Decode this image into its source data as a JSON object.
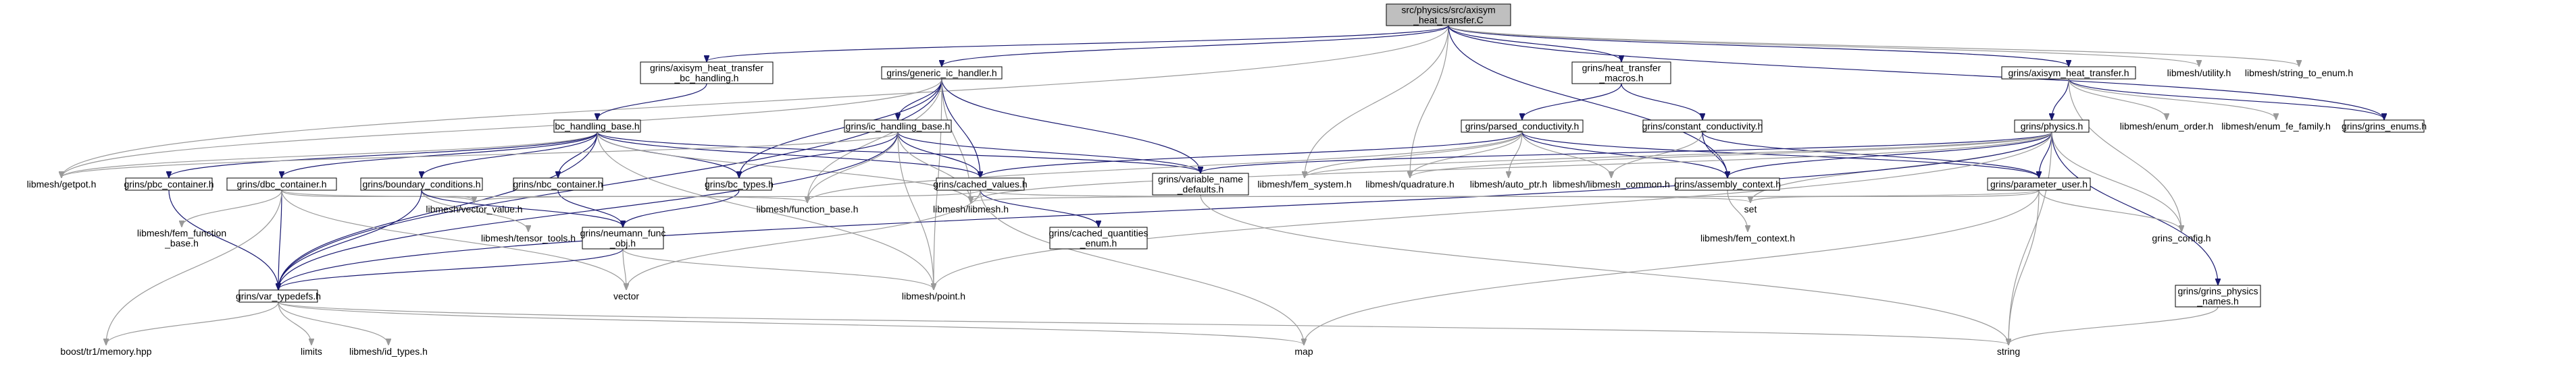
{
  "graph": {
    "root": "n0",
    "colors": {
      "root_fill": "#bfbfbf",
      "project_edge": "#191970",
      "external_edge": "#9a9a9a"
    },
    "nodes": [
      {
        "id": "n0",
        "lines": [
          "src/physics/src/axisym",
          "_heat_transfer.C"
        ],
        "kind": "root"
      },
      {
        "id": "n1",
        "lines": [
          "grins/axisym_heat_transfer",
          "_bc_handling.h"
        ],
        "kind": "project"
      },
      {
        "id": "n2",
        "lines": [
          "grins/generic_ic_handler.h"
        ],
        "kind": "project"
      },
      {
        "id": "n3",
        "lines": [
          "grins/heat_transfer",
          "_macros.h"
        ],
        "kind": "project"
      },
      {
        "id": "n4",
        "lines": [
          "grins/axisym_heat_transfer.h"
        ],
        "kind": "project"
      },
      {
        "id": "n5",
        "lines": [
          "libmesh/utility.h"
        ],
        "kind": "external"
      },
      {
        "id": "n6",
        "lines": [
          "libmesh/string_to_enum.h"
        ],
        "kind": "external"
      },
      {
        "id": "n7",
        "lines": [
          "bc_handling_base.h"
        ],
        "kind": "project"
      },
      {
        "id": "n8",
        "lines": [
          "grins/ic_handling_base.h"
        ],
        "kind": "project"
      },
      {
        "id": "n9",
        "lines": [
          "grins/parsed_conductivity.h"
        ],
        "kind": "project"
      },
      {
        "id": "n10",
        "lines": [
          "grins/constant_conductivity.h"
        ],
        "kind": "project"
      },
      {
        "id": "n11",
        "lines": [
          "grins/physics.h"
        ],
        "kind": "project"
      },
      {
        "id": "n12",
        "lines": [
          "libmesh/enum_order.h"
        ],
        "kind": "external"
      },
      {
        "id": "n13",
        "lines": [
          "libmesh/enum_fe_family.h"
        ],
        "kind": "external"
      },
      {
        "id": "n14",
        "lines": [
          "grins/grins_enums.h"
        ],
        "kind": "project"
      },
      {
        "id": "n15",
        "lines": [
          "libmesh/getpot.h"
        ],
        "kind": "external"
      },
      {
        "id": "n16",
        "lines": [
          "grins/pbc_container.h"
        ],
        "kind": "project"
      },
      {
        "id": "n17",
        "lines": [
          "grins/dbc_container.h"
        ],
        "kind": "project"
      },
      {
        "id": "n18",
        "lines": [
          "grins/boundary_conditions.h"
        ],
        "kind": "project"
      },
      {
        "id": "n19",
        "lines": [
          "grins/nbc_container.h"
        ],
        "kind": "project"
      },
      {
        "id": "n20",
        "lines": [
          "grins/bc_types.h"
        ],
        "kind": "project"
      },
      {
        "id": "n21",
        "lines": [
          "grins/cached_values.h"
        ],
        "kind": "project"
      },
      {
        "id": "n22",
        "lines": [
          "grins/variable_name",
          "_defaults.h"
        ],
        "kind": "project"
      },
      {
        "id": "n23",
        "lines": [
          "libmesh/fem_system.h"
        ],
        "kind": "external"
      },
      {
        "id": "n24",
        "lines": [
          "libmesh/quadrature.h"
        ],
        "kind": "external"
      },
      {
        "id": "n25",
        "lines": [
          "libmesh/auto_ptr.h"
        ],
        "kind": "external"
      },
      {
        "id": "n26",
        "lines": [
          "libmesh/libmesh_common.h"
        ],
        "kind": "external"
      },
      {
        "id": "n27",
        "lines": [
          "grins/assembly_context.h"
        ],
        "kind": "project"
      },
      {
        "id": "n28",
        "lines": [
          "grins/parameter_user.h"
        ],
        "kind": "project"
      },
      {
        "id": "n29",
        "lines": [
          "libmesh/vector_value.h"
        ],
        "kind": "external"
      },
      {
        "id": "n30",
        "lines": [
          "libmesh/fem_function",
          "_base.h"
        ],
        "kind": "external"
      },
      {
        "id": "n31",
        "lines": [
          "libmesh/tensor_tools.h"
        ],
        "kind": "external"
      },
      {
        "id": "n32",
        "lines": [
          "grins/neumann_func",
          "_obj.h"
        ],
        "kind": "project"
      },
      {
        "id": "n33",
        "lines": [
          "libmesh/function_base.h"
        ],
        "kind": "external"
      },
      {
        "id": "n34",
        "lines": [
          "libmesh/libmesh.h"
        ],
        "kind": "external"
      },
      {
        "id": "n35",
        "lines": [
          "grins/cached_quantities",
          "_enum.h"
        ],
        "kind": "project"
      },
      {
        "id": "n36",
        "lines": [
          "set"
        ],
        "kind": "external"
      },
      {
        "id": "n37",
        "lines": [
          "libmesh/fem_context.h"
        ],
        "kind": "external"
      },
      {
        "id": "n38",
        "lines": [
          "grins_config.h"
        ],
        "kind": "external"
      },
      {
        "id": "n39",
        "lines": [
          "grins/var_typedefs.h"
        ],
        "kind": "project"
      },
      {
        "id": "n40",
        "lines": [
          "vector"
        ],
        "kind": "external"
      },
      {
        "id": "n41",
        "lines": [
          "libmesh/point.h"
        ],
        "kind": "external"
      },
      {
        "id": "n42",
        "lines": [
          "grins/grins_physics",
          "_names.h"
        ],
        "kind": "project"
      },
      {
        "id": "n43",
        "lines": [
          "boost/tr1/memory.hpp"
        ],
        "kind": "external"
      },
      {
        "id": "n44",
        "lines": [
          "limits"
        ],
        "kind": "external"
      },
      {
        "id": "n45",
        "lines": [
          "libmesh/id_types.h"
        ],
        "kind": "external"
      },
      {
        "id": "n46",
        "lines": [
          "map"
        ],
        "kind": "external"
      },
      {
        "id": "n47",
        "lines": [
          "string"
        ],
        "kind": "external"
      }
    ],
    "edges": [
      [
        "n0",
        "n1"
      ],
      [
        "n0",
        "n2"
      ],
      [
        "n0",
        "n3"
      ],
      [
        "n0",
        "n4"
      ],
      [
        "n0",
        "n5"
      ],
      [
        "n0",
        "n6"
      ],
      [
        "n0",
        "n14"
      ],
      [
        "n0",
        "n15"
      ],
      [
        "n0",
        "n23"
      ],
      [
        "n0",
        "n24"
      ],
      [
        "n0",
        "n27"
      ],
      [
        "n1",
        "n7"
      ],
      [
        "n2",
        "n8"
      ],
      [
        "n2",
        "n15"
      ],
      [
        "n2",
        "n20"
      ],
      [
        "n2",
        "n21"
      ],
      [
        "n2",
        "n22"
      ],
      [
        "n2",
        "n33"
      ],
      [
        "n2",
        "n34"
      ],
      [
        "n2",
        "n39"
      ],
      [
        "n2",
        "n41"
      ],
      [
        "n3",
        "n9"
      ],
      [
        "n3",
        "n10"
      ],
      [
        "n4",
        "n11"
      ],
      [
        "n4",
        "n12"
      ],
      [
        "n4",
        "n13"
      ],
      [
        "n4",
        "n14"
      ],
      [
        "n4",
        "n38"
      ],
      [
        "n7",
        "n15"
      ],
      [
        "n7",
        "n16"
      ],
      [
        "n7",
        "n17"
      ],
      [
        "n7",
        "n18"
      ],
      [
        "n7",
        "n19"
      ],
      [
        "n7",
        "n20"
      ],
      [
        "n7",
        "n21"
      ],
      [
        "n7",
        "n22"
      ],
      [
        "n7",
        "n34"
      ],
      [
        "n7",
        "n39"
      ],
      [
        "n7",
        "n41"
      ],
      [
        "n8",
        "n15"
      ],
      [
        "n8",
        "n20"
      ],
      [
        "n8",
        "n21"
      ],
      [
        "n8",
        "n22"
      ],
      [
        "n8",
        "n33"
      ],
      [
        "n8",
        "n34"
      ],
      [
        "n8",
        "n39"
      ],
      [
        "n8",
        "n41"
      ],
      [
        "n9",
        "n21"
      ],
      [
        "n9",
        "n23"
      ],
      [
        "n9",
        "n24"
      ],
      [
        "n9",
        "n25"
      ],
      [
        "n9",
        "n26"
      ],
      [
        "n9",
        "n27"
      ],
      [
        "n9",
        "n28"
      ],
      [
        "n9",
        "n33"
      ],
      [
        "n10",
        "n26"
      ],
      [
        "n10",
        "n27"
      ],
      [
        "n10",
        "n28"
      ],
      [
        "n11",
        "n22"
      ],
      [
        "n11",
        "n23"
      ],
      [
        "n11",
        "n24"
      ],
      [
        "n11",
        "n27"
      ],
      [
        "n11",
        "n28"
      ],
      [
        "n11",
        "n34"
      ],
      [
        "n11",
        "n36"
      ],
      [
        "n11",
        "n38"
      ],
      [
        "n11",
        "n39"
      ],
      [
        "n11",
        "n41"
      ],
      [
        "n11",
        "n42"
      ],
      [
        "n11",
        "n47"
      ],
      [
        "n16",
        "n39"
      ],
      [
        "n17",
        "n29"
      ],
      [
        "n17",
        "n30"
      ],
      [
        "n17",
        "n33"
      ],
      [
        "n17",
        "n39"
      ],
      [
        "n17",
        "n40"
      ],
      [
        "n17",
        "n43"
      ],
      [
        "n18",
        "n29"
      ],
      [
        "n18",
        "n31"
      ],
      [
        "n18",
        "n32"
      ],
      [
        "n18",
        "n39"
      ],
      [
        "n19",
        "n32"
      ],
      [
        "n20",
        "n32"
      ],
      [
        "n21",
        "n29"
      ],
      [
        "n21",
        "n34"
      ],
      [
        "n21",
        "n35"
      ],
      [
        "n21",
        "n36"
      ],
      [
        "n21",
        "n40"
      ],
      [
        "n21",
        "n46"
      ],
      [
        "n22",
        "n47"
      ],
      [
        "n27",
        "n37"
      ],
      [
        "n28",
        "n34"
      ],
      [
        "n28",
        "n36"
      ],
      [
        "n28",
        "n38"
      ],
      [
        "n28",
        "n46"
      ],
      [
        "n28",
        "n47"
      ],
      [
        "n32",
        "n39"
      ],
      [
        "n32",
        "n40"
      ],
      [
        "n32",
        "n41"
      ],
      [
        "n39",
        "n43"
      ],
      [
        "n39",
        "n44"
      ],
      [
        "n39",
        "n45"
      ],
      [
        "n39",
        "n46"
      ],
      [
        "n39",
        "n47"
      ],
      [
        "n42",
        "n47"
      ]
    ]
  }
}
